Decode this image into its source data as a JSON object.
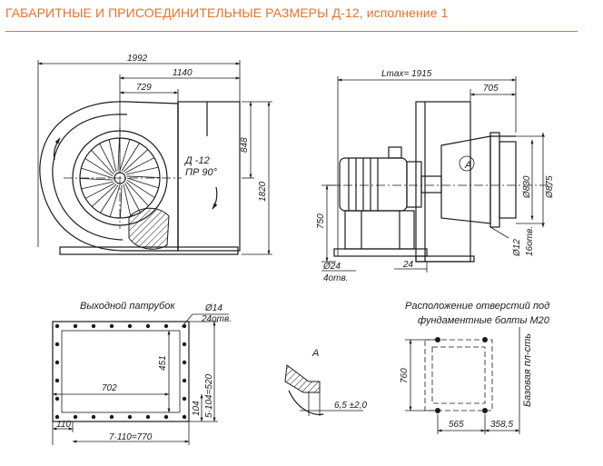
{
  "header": {
    "title": "ГАБАРИТНЫЕ И ПРИСОЕДИНИТЕЛЬНЫЕ РАЗМЕРЫ Д-12, исполнение 1",
    "accent_color": "#e8722a"
  },
  "front_view": {
    "dims": [
      "1992",
      "1140",
      "729",
      "848",
      "1820"
    ],
    "model": "Д -12",
    "rotation": "ПР 90°"
  },
  "side_view": {
    "dims": [
      "Lmax= 1915",
      "705",
      "750",
      "Ø24",
      "4отв.",
      "24",
      "Ø830",
      "Ø875",
      "Ø12",
      "16отв."
    ],
    "section_mark": "A"
  },
  "outlet": {
    "caption": "Выходной патрубок",
    "dims": [
      "Ø14",
      "24отв.",
      "451",
      "702",
      "104",
      "5·104=520",
      "110",
      "7·110=770"
    ]
  },
  "detail_a": {
    "label": "A",
    "dim": "6,5 ±2,0"
  },
  "foundation": {
    "caption_line1": "Расположение отверстий под",
    "caption_line2": "фундаментные болты М20",
    "dims": [
      "760",
      "565",
      "358,5"
    ],
    "base_label": "Базовая пл-сть"
  }
}
